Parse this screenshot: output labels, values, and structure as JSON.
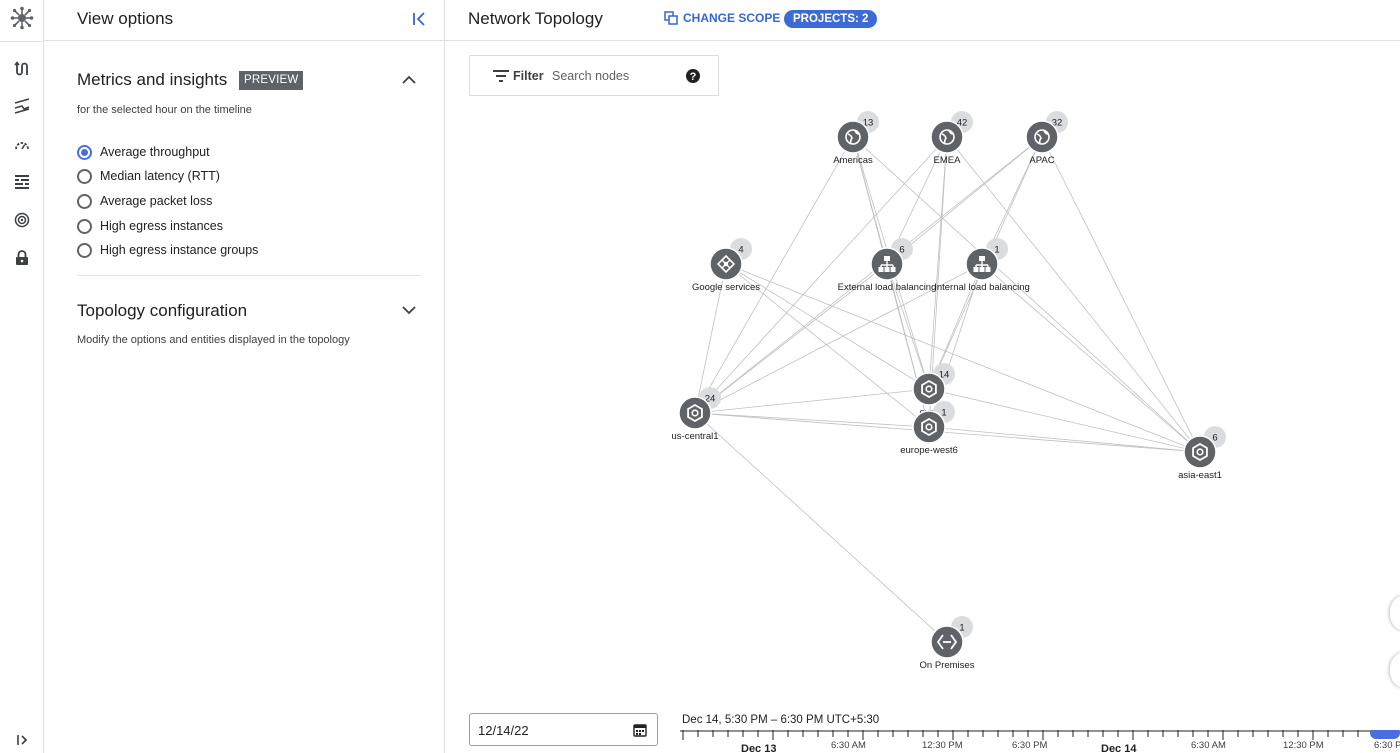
{
  "rail": {
    "items": [
      "topology-icon",
      "performance-icon",
      "gauge-icon",
      "grid-icon",
      "radar-icon",
      "lock-icon"
    ],
    "active": "topology-icon"
  },
  "panel": {
    "title": "View options",
    "metrics": {
      "title": "Metrics and insights",
      "badge": "PREVIEW",
      "subtitle": "for the selected hour on the timeline",
      "options": [
        {
          "label": "Average throughput",
          "checked": true
        },
        {
          "label": "Median latency (RTT)",
          "checked": false
        },
        {
          "label": "Average packet loss",
          "checked": false
        },
        {
          "label": "High egress instances",
          "checked": false
        },
        {
          "label": "High egress instance groups",
          "checked": false
        }
      ]
    },
    "topology_config": {
      "title": "Topology configuration",
      "subtitle": "Modify the options and entities displayed in the topology"
    }
  },
  "header": {
    "title": "Network Topology",
    "scope_button": "CHANGE SCOPE",
    "projects_pill": "PROJECTS: 2"
  },
  "filter": {
    "label": "Filter",
    "placeholder": "Search nodes"
  },
  "graph": {
    "nodes": [
      {
        "id": "americas",
        "label": "Americas",
        "count": "13",
        "kind": "globe"
      },
      {
        "id": "emea",
        "label": "EMEA",
        "count": "42",
        "kind": "globe"
      },
      {
        "id": "apac",
        "label": "APAC",
        "count": "32",
        "kind": "globe"
      },
      {
        "id": "google",
        "label": "Google services",
        "count": "4",
        "kind": "google"
      },
      {
        "id": "extlb",
        "label": "External load balancing",
        "count": "6",
        "kind": "lb"
      },
      {
        "id": "intlb",
        "label": "Internal load balancing",
        "count": "1",
        "kind": "lb"
      },
      {
        "id": "euro",
        "label": "euro",
        "count": "14",
        "kind": "region"
      },
      {
        "id": "uscentral1",
        "label": "us-central1",
        "count": "24",
        "kind": "region"
      },
      {
        "id": "europewest6",
        "label": "europe-west6",
        "count": "1",
        "kind": "region"
      },
      {
        "id": "asiaeast1",
        "label": "asia-east1",
        "count": "6",
        "kind": "region"
      },
      {
        "id": "onprem",
        "label": "On Premises",
        "count": "1",
        "kind": "onprem"
      }
    ],
    "edges": [
      [
        "americas",
        "uscentral1"
      ],
      [
        "americas",
        "euro"
      ],
      [
        "americas",
        "europewest6"
      ],
      [
        "americas",
        "asiaeast1"
      ],
      [
        "americas",
        "extlb"
      ],
      [
        "emea",
        "uscentral1"
      ],
      [
        "emea",
        "euro"
      ],
      [
        "emea",
        "europewest6"
      ],
      [
        "emea",
        "asiaeast1"
      ],
      [
        "emea",
        "extlb"
      ],
      [
        "apac",
        "uscentral1"
      ],
      [
        "apac",
        "euro"
      ],
      [
        "apac",
        "asiaeast1"
      ],
      [
        "apac",
        "extlb"
      ],
      [
        "apac",
        "intlb"
      ],
      [
        "google",
        "uscentral1"
      ],
      [
        "google",
        "euro"
      ],
      [
        "google",
        "asiaeast1"
      ],
      [
        "google",
        "europewest6"
      ],
      [
        "extlb",
        "uscentral1"
      ],
      [
        "extlb",
        "euro"
      ],
      [
        "extlb",
        "europewest6"
      ],
      [
        "intlb",
        "uscentral1"
      ],
      [
        "intlb",
        "euro"
      ],
      [
        "intlb",
        "europewest6"
      ],
      [
        "intlb",
        "asiaeast1"
      ],
      [
        "uscentral1",
        "euro"
      ],
      [
        "uscentral1",
        "europewest6"
      ],
      [
        "uscentral1",
        "asiaeast1"
      ],
      [
        "uscentral1",
        "onprem"
      ],
      [
        "euro",
        "asiaeast1"
      ],
      [
        "europewest6",
        "asiaeast1"
      ]
    ]
  },
  "timeline": {
    "date": "12/14/22",
    "range": "Dec 14, 5:30 PM – 6:30 PM UTC+5:30",
    "labels": [
      {
        "text": "Dec 13",
        "day": true
      },
      {
        "text": "6:30 AM",
        "day": false
      },
      {
        "text": "12:30 PM",
        "day": false
      },
      {
        "text": "6:30 PM",
        "day": false
      },
      {
        "text": "Dec 14",
        "day": true
      },
      {
        "text": "6:30 AM",
        "day": false
      },
      {
        "text": "12:30 PM",
        "day": false
      },
      {
        "text": "6:30 PM",
        "day": false
      }
    ]
  },
  "colors": {
    "accent": "#3d6bd6",
    "node": "#5f6368",
    "badge": "#dadce0",
    "edge": "#bdc1c6"
  }
}
